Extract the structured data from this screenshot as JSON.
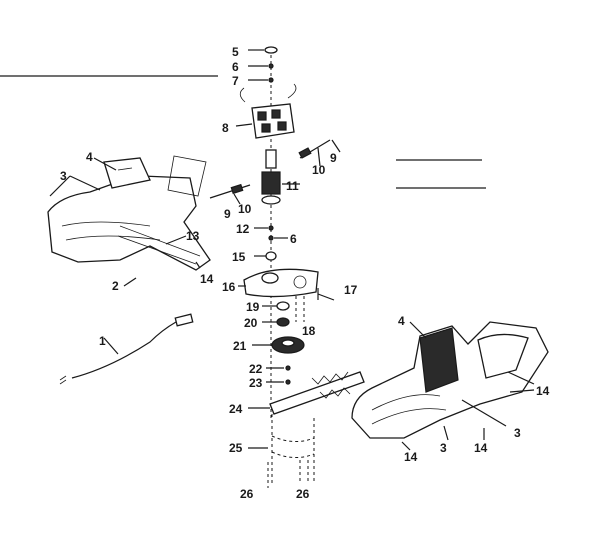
{
  "labels": {
    "l1": "1",
    "l2": "2",
    "l3a": "3",
    "l3b": "3",
    "l3c": "3",
    "l4a": "4",
    "l4b": "4",
    "l5": "5",
    "l6a": "6",
    "l6b": "6",
    "l7": "7",
    "l8": "8",
    "l9a": "9",
    "l9b": "9",
    "l10a": "10",
    "l10b": "10",
    "l11": "11",
    "l12": "12",
    "l13": "13",
    "l14a": "14",
    "l14b": "14",
    "l14c": "14",
    "l14d": "14",
    "l15": "15",
    "l16": "16",
    "l17": "17",
    "l18": "18",
    "l19": "19",
    "l20": "20",
    "l21": "21",
    "l22": "22",
    "l23": "23",
    "l24": "24",
    "l25": "25",
    "l26a": "26",
    "l26b": "26"
  }
}
